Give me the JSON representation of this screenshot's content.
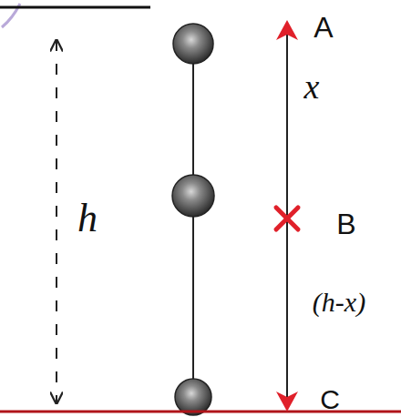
{
  "diagram": {
    "labels": [
      "h",
      "A",
      "x",
      "B",
      "(h-x)",
      "C"
    ]
  }
}
